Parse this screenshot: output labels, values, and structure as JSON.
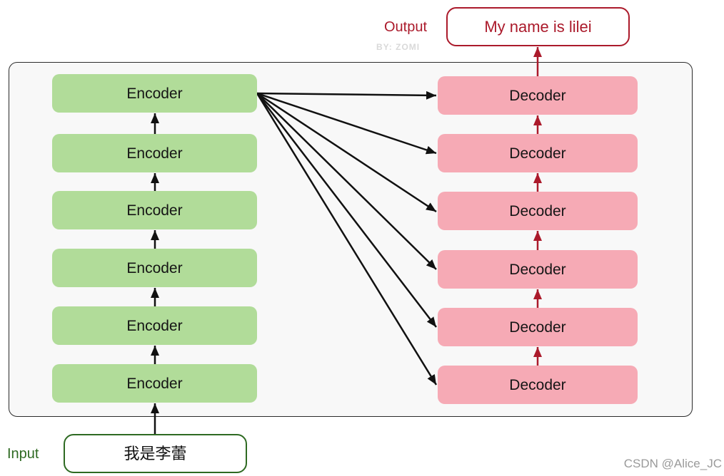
{
  "output": {
    "label": "Output",
    "text": "My name is lilei"
  },
  "watermark": "BY: ZOMI",
  "encoder_stack": {
    "blocks": [
      "Encoder",
      "Encoder",
      "Encoder",
      "Encoder",
      "Encoder",
      "Encoder"
    ]
  },
  "decoder_stack": {
    "blocks": [
      "Decoder",
      "Decoder",
      "Decoder",
      "Decoder",
      "Decoder",
      "Decoder"
    ]
  },
  "input": {
    "label": "Input",
    "text": "我是李蕾"
  },
  "credit": "CSDN @Alice_JC",
  "colors": {
    "encoder_fill": "#b1dc99",
    "decoder_fill": "#f6aab5",
    "output_accent": "#ab1a2b",
    "input_accent": "#2e6a22",
    "arrow": "#111111",
    "container_fill": "#f8f8f8"
  }
}
